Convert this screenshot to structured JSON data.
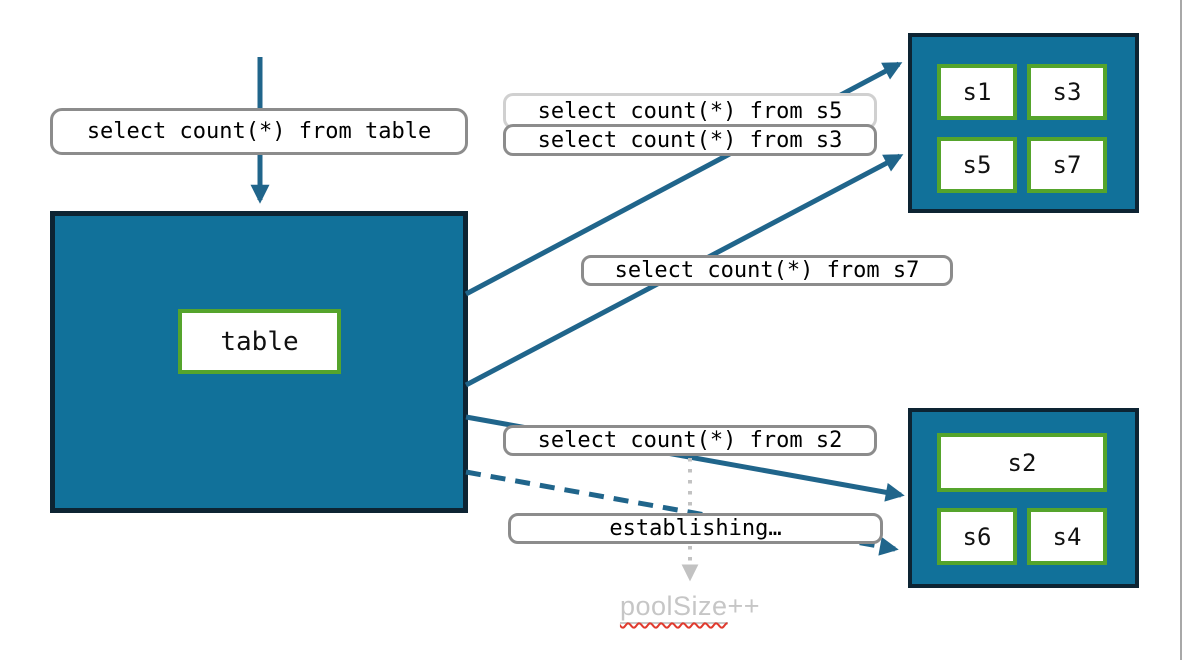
{
  "labels": {
    "query_table": "select count(*) from table",
    "query_s5": "select count(*) from s5",
    "query_s3": "select count(*) from s3",
    "query_s7": "select count(*) from s7",
    "query_s2": "select count(*) from s2",
    "establishing": "establishing…"
  },
  "table_box": {
    "label": "table"
  },
  "shards": {
    "top": [
      "s1",
      "s3",
      "s5",
      "s7"
    ],
    "bottom": [
      "s2",
      "s6",
      "s4"
    ]
  },
  "pool_note": {
    "word": "poolSize",
    "suffix": "++"
  },
  "colors": {
    "node_fill": "#11719a",
    "node_border": "#0d2433",
    "shard_border": "#55a42c",
    "arrow": "#20658b",
    "label_border": "#8c8c8c",
    "label_border_faded": "#d0d0d0",
    "dotted_arrow": "#c2c2c2",
    "muted_text": "#c6c6c6",
    "spellcheck_underline": "#e03a2e",
    "slide_edge": "#a8a8a8"
  }
}
